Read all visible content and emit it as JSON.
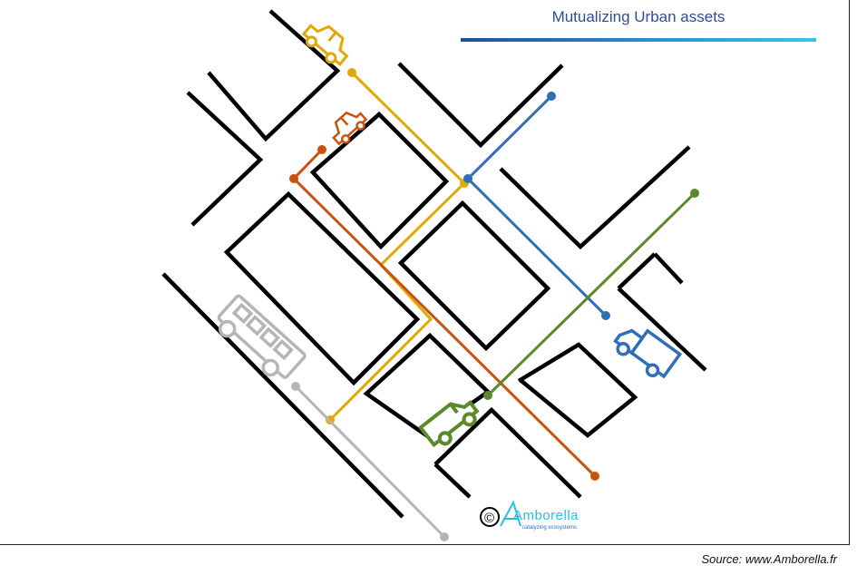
{
  "title": "Mutualizing Urban assets",
  "source": "Source: www.Amborella.fr",
  "logo": {
    "copyright_symbol": "©",
    "name": "Amborella",
    "tagline": "catalyzing ecosystems"
  },
  "colors": {
    "title": "#2b4e9b",
    "street": "#000000",
    "yellow_route": "#e0a800",
    "orange_route": "#c8520e",
    "blue_route": "#2f6fb5",
    "green_route": "#5a8a2b",
    "gray_route": "#b5b5b5"
  },
  "icons": [
    "yellow-car-icon",
    "orange-car-icon",
    "blue-truck-icon",
    "green-van-icon",
    "gray-bus-icon",
    "copyright-icon",
    "amborella-logo-icon"
  ]
}
